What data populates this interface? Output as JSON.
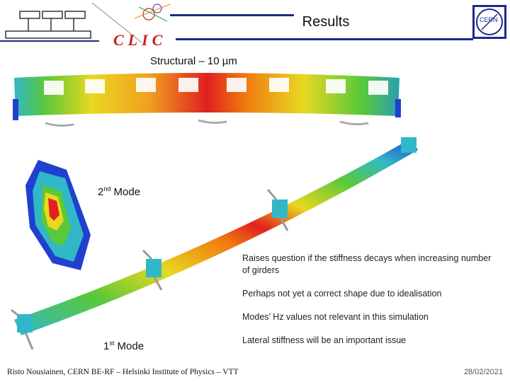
{
  "header": {
    "title": "Results",
    "logo_text": "CLIC",
    "cern_logo_text": "CERN"
  },
  "slide": {
    "subtitle": "Structural – 10 µm",
    "mode2_num": "2",
    "mode2_sup": "nd",
    "mode2_word": "Mode",
    "mode1_num": "1",
    "mode1_sup": "st",
    "mode1_word": "Mode",
    "bullets": [
      "Raises question if the stiffness decays when increasing number of girders",
      "Perhaps not yet a correct shape due to idealisation",
      "Modes’ Hz values not relevant in this simulation",
      "Lateral stiffness will be an important issue"
    ]
  },
  "footer": {
    "author": "Risto Nousiainen, CERN BE-RF – Helsinki Institute of Physics – VTT",
    "date": "28/02/2021"
  },
  "colors": {
    "brand_red": "#c8201e",
    "brand_blue": "#1d2a8a",
    "fem_red": "#e02020",
    "fem_orange": "#f07a10",
    "fem_yellow": "#e8d820",
    "fem_green": "#5ac83a",
    "fem_cyan": "#30b8c8",
    "fem_blue": "#2040d0"
  }
}
